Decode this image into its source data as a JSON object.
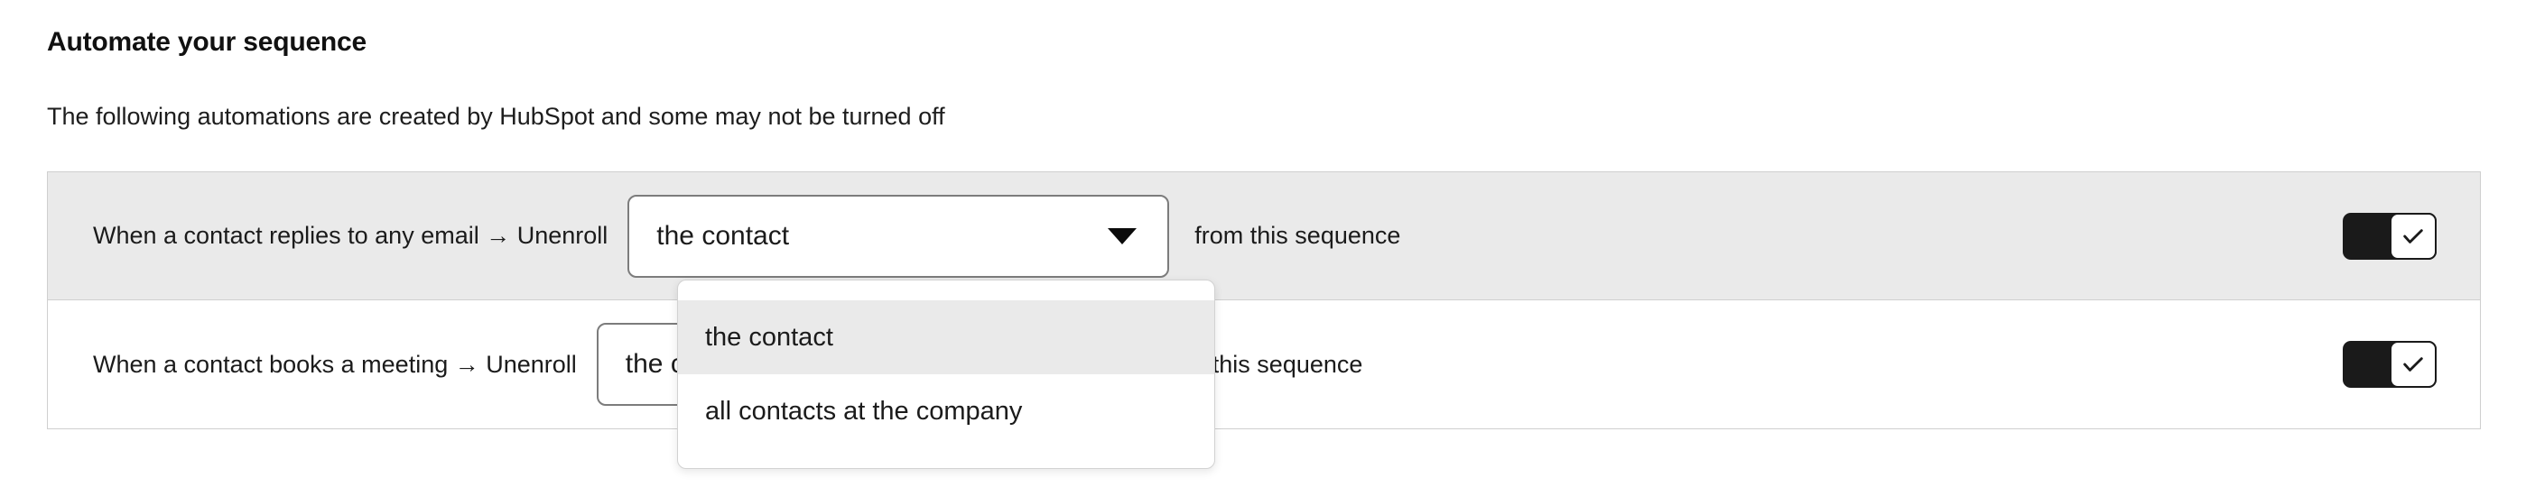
{
  "page": {
    "title": "Automate your sequence",
    "subtitle": "The following automations are created by HubSpot and some may not be turned off"
  },
  "automations": {
    "rows": [
      {
        "trigger_text": "When a contact replies to any email → Unenroll",
        "select_value": "the contact",
        "suffix_text": "from this sequence",
        "toggle_state": "on",
        "toggle_icon": "check-icon",
        "caret_icon": "chevron-down-icon"
      },
      {
        "trigger_text": "When a contact books a meeting → Unenroll",
        "select_value": "the contact",
        "suffix_text": "rom this sequence",
        "toggle_state": "on",
        "toggle_icon": "check-icon",
        "caret_icon": "chevron-down-icon"
      }
    ]
  },
  "dropdown": {
    "open": true,
    "options": [
      {
        "label": "the contact",
        "highlighted": true
      },
      {
        "label": "all contacts at the company",
        "highlighted": false
      }
    ]
  },
  "colors": {
    "row_shaded_bg": "#eaeaea",
    "row_plain_bg": "#ffffff",
    "panel_border": "#cfcfcf",
    "select_border": "#7c7c7c",
    "toggle_on_track": "#1a1a1a",
    "toggle_knob": "#ffffff",
    "text_primary": "#1b1b1b",
    "dropdown_highlight_bg": "#eaeaea"
  }
}
